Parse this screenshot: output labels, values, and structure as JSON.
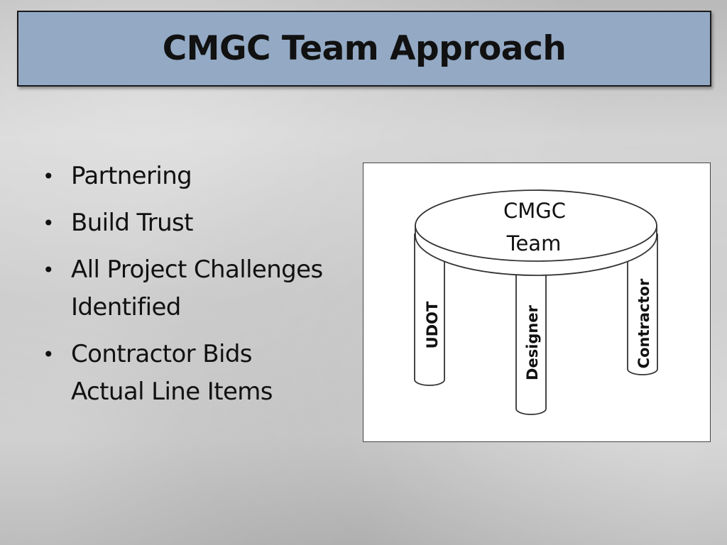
{
  "title": "CMGC Team Approach",
  "bullets": [
    {
      "lines": [
        "Partnering"
      ]
    },
    {
      "lines": [
        "Build Trust"
      ]
    },
    {
      "lines": [
        "All Project Challenges",
        "Identified"
      ]
    },
    {
      "lines": [
        "Contractor Bids",
        "Actual Line Items"
      ]
    }
  ],
  "diagram": {
    "tabletop_label_line1": "CMGC",
    "tabletop_label_line2": "Team",
    "legs": {
      "left": "UDOT",
      "middle": "Designer",
      "right": "Contractor"
    }
  },
  "colors": {
    "title_bar": "#93a9c4",
    "diagram_background": "#ffffff"
  }
}
